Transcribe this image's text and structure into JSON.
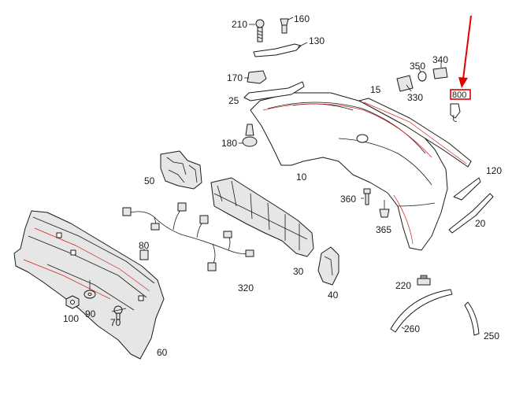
{
  "labels": {
    "p10": "10",
    "p15": "15",
    "p20": "20",
    "p25": "25",
    "p30": "30",
    "p40": "40",
    "p50": "50",
    "p60": "60",
    "p70": "70",
    "p80": "80",
    "p90": "90",
    "p100": "100",
    "p120": "120",
    "p130": "130",
    "p160": "160",
    "p170": "170",
    "p180": "180",
    "p210": "210",
    "p220": "220",
    "p250": "250",
    "p260": "260",
    "p320": "320",
    "p330": "330",
    "p340": "340",
    "p350": "350",
    "p360": "360",
    "p365": "365",
    "p800": "800"
  },
  "colors": {
    "ink": "#1a1a1a",
    "highlight": "#e00000",
    "fill_grey": "#e6e6e6"
  }
}
